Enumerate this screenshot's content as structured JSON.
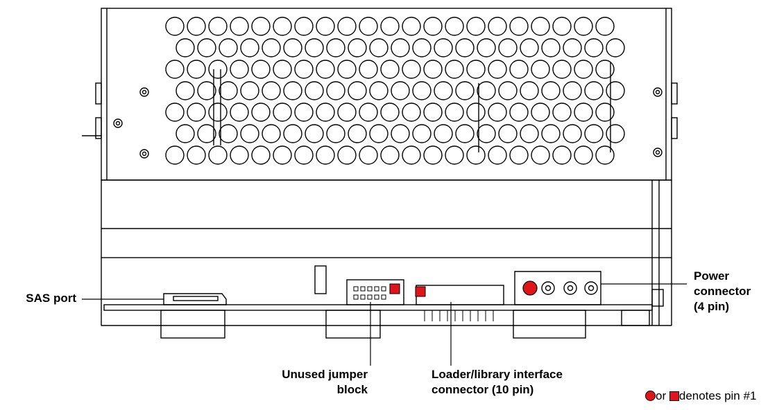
{
  "labels": {
    "sas_port": "SAS port",
    "power_connector": [
      "Power",
      "connector",
      "(4 pin)"
    ],
    "unused_jumper": [
      "Unused jumper",
      "block"
    ],
    "loader_interface": [
      "Loader/library interface",
      "connector (10 pin)"
    ]
  },
  "legend": {
    "or_text": "or",
    "denotes_text": "denotes pin #1"
  },
  "colors": {
    "pin1_marker": "#e0141b",
    "line": "#000000",
    "background": "#ffffff"
  }
}
